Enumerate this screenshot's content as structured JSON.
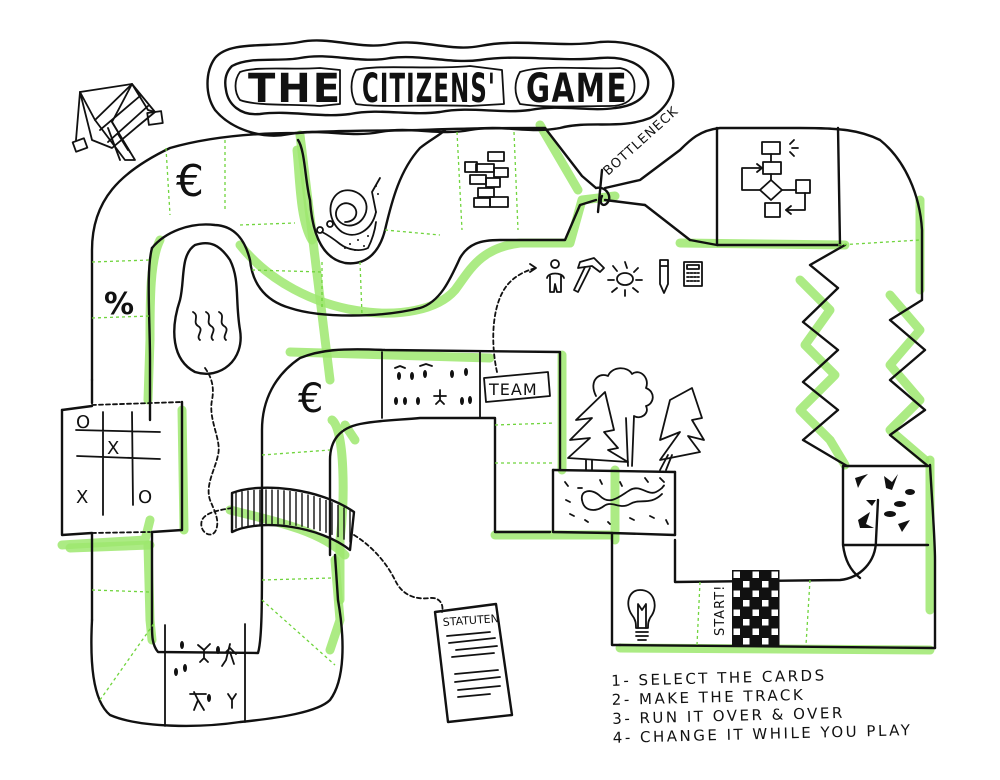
{
  "title": "THE CITIZENS' GAME",
  "title_words": [
    "THE",
    "CITIZENS'",
    "GAME"
  ],
  "labels": {
    "bottleneck": "BOTTLENECK",
    "team": "TEAM",
    "statuten": "STATUTEN",
    "start": "START!"
  },
  "tile_symbols": {
    "euro_top": "€",
    "percent": "%",
    "euro_middle": "€"
  },
  "tic_tac_toe": {
    "cells": [
      "O",
      "",
      "",
      "",
      "X",
      "",
      "X",
      "",
      "O"
    ]
  },
  "instructions": [
    "1- SELECT THE CARDS",
    "2- MAKE THE TRACK",
    "3- RUN IT OVER & OVER",
    "4- CHANGE IT WHILE YOU PLAY"
  ],
  "icons_row": [
    "person-icon",
    "hammer-icon",
    "sun-icon",
    "pencil-icon",
    "calculator-icon"
  ],
  "colors": {
    "ink": "#111111",
    "highlight_green": "#9ee86f",
    "divider_green": "#6fd43c",
    "background": "#ffffff"
  }
}
